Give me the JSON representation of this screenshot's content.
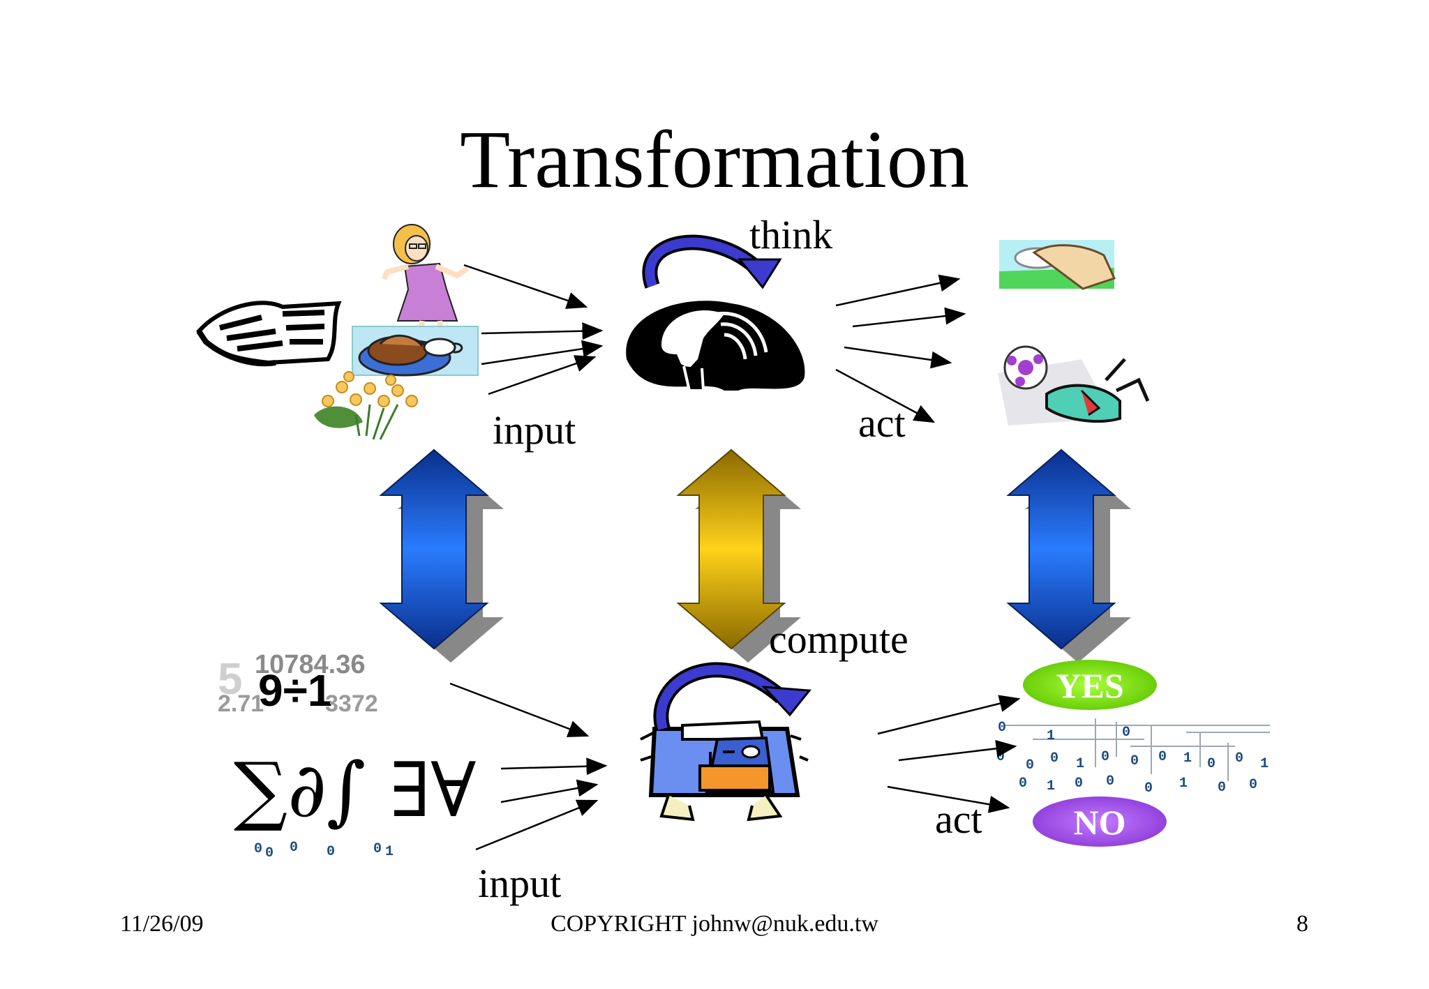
{
  "title": "Transformation",
  "labels": {
    "think": "think",
    "input_top": "input",
    "act_top": "act",
    "compute": "compute",
    "act_bottom": "act",
    "input_bottom": "input"
  },
  "math": {
    "n1": "10784.36",
    "n2": "9÷1",
    "n3": "2.71",
    "n3b": "3372",
    "n4": "5",
    "symbols": "∑∂∫ ∃∀"
  },
  "badges": {
    "yes": "YES",
    "no": "NO"
  },
  "footer": {
    "date": "11/26/09",
    "copyright": "COPYRIGHT johnw@nuk.edu.tw",
    "page": "8"
  },
  "colors": {
    "blue_arrow": "#1f5fd6",
    "gold_arrow": "#d9a800",
    "yes_green": "#7ee000",
    "no_purple": "#a24fe8",
    "loop_arrow": "#3b3bd0"
  },
  "icons": [
    "newspaper-icon",
    "woman-icon",
    "cake-icon",
    "flowers-icon",
    "head-icon",
    "mouse-hand-icon",
    "soccer-icon",
    "computer-icon",
    "binary-icon"
  ]
}
